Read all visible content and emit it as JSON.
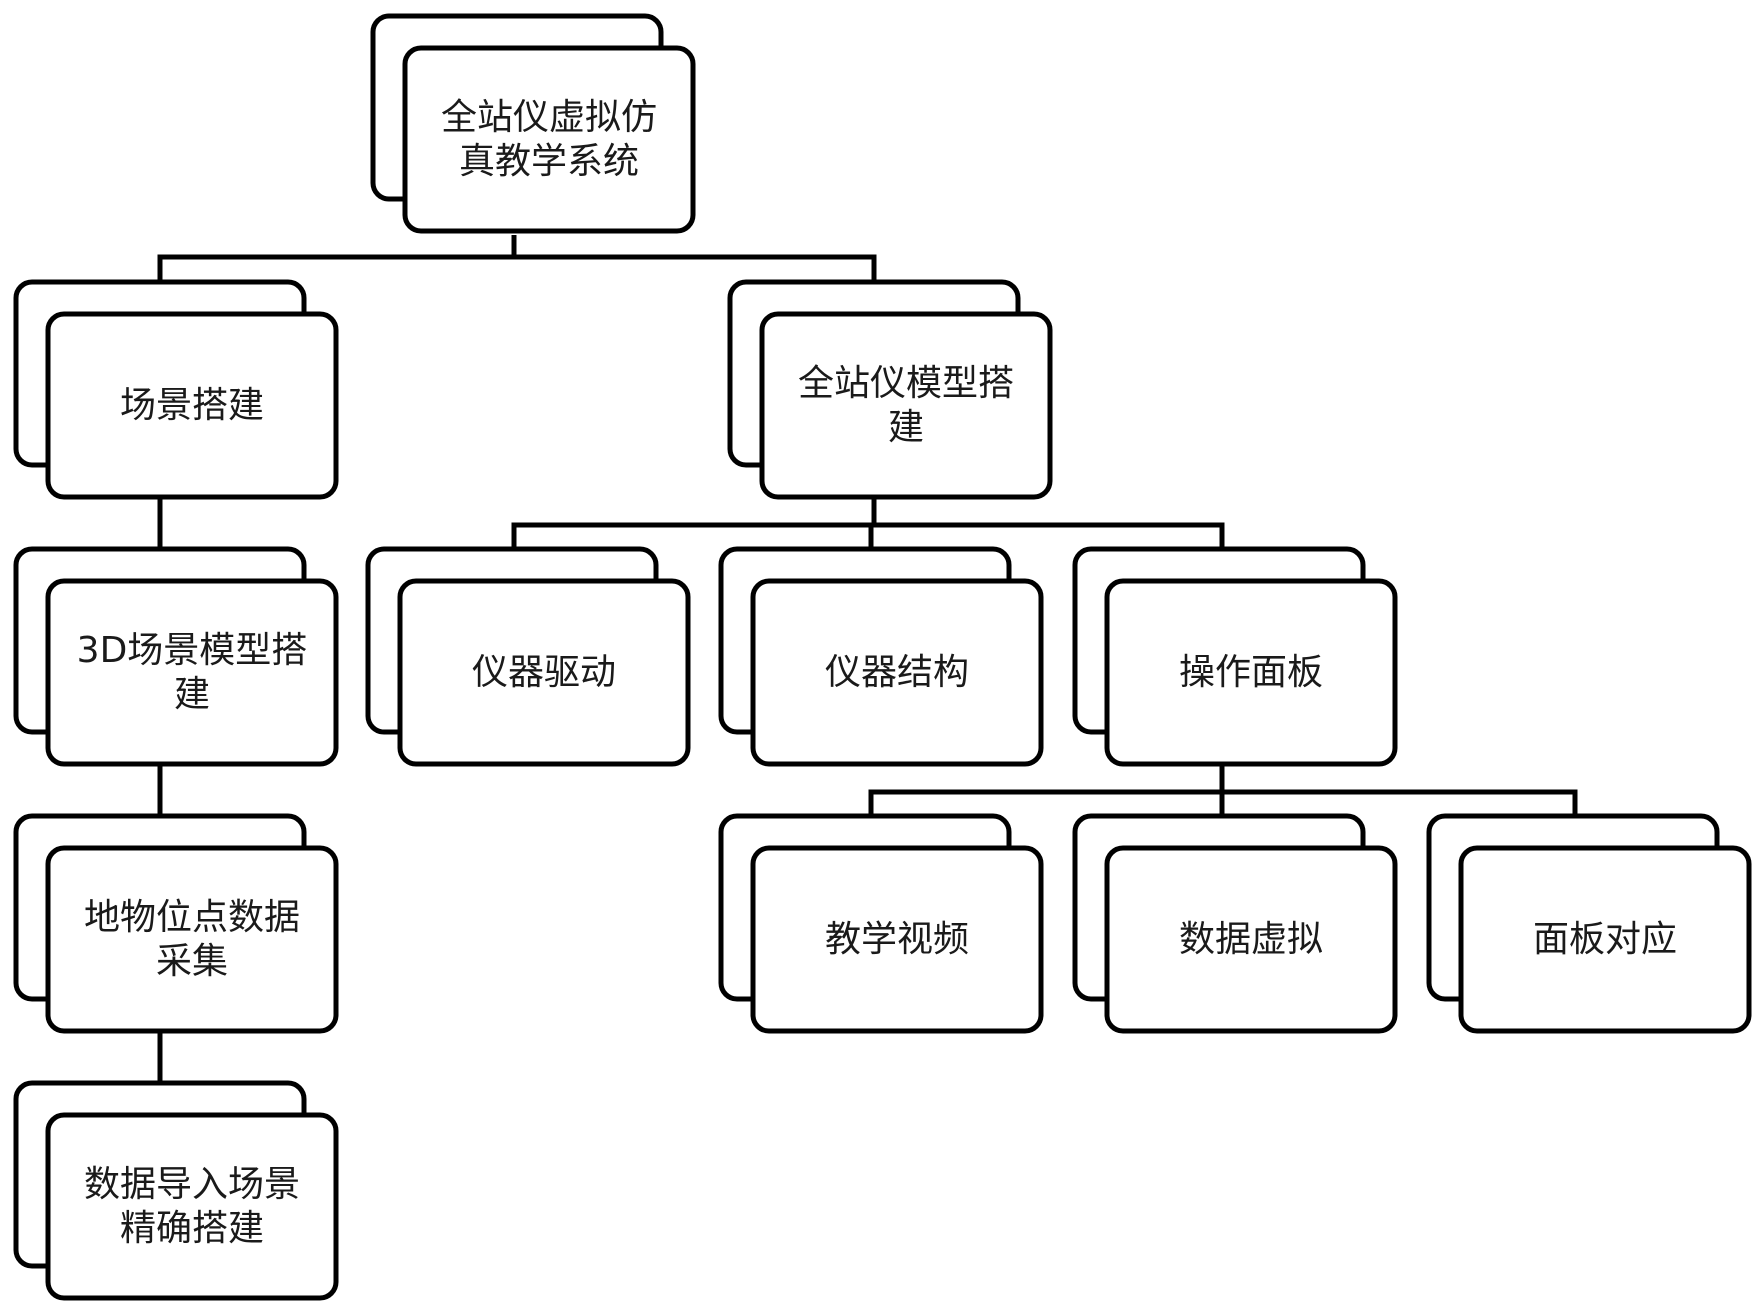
{
  "nodes": [
    {
      "id": "root",
      "lines": [
        "全站仪虚拟仿",
        "真教学系统"
      ]
    },
    {
      "id": "scene",
      "lines": [
        "场景搭建"
      ]
    },
    {
      "id": "model",
      "lines": [
        "全站仪模型搭",
        "建"
      ]
    },
    {
      "id": "scene3d",
      "lines": [
        "3D场景模型搭",
        "建"
      ]
    },
    {
      "id": "points",
      "lines": [
        "地物位点数据",
        "采集"
      ]
    },
    {
      "id": "import",
      "lines": [
        "数据导入场景",
        "精确搭建"
      ]
    },
    {
      "id": "drive",
      "lines": [
        "仪器驱动"
      ]
    },
    {
      "id": "struct",
      "lines": [
        "仪器结构"
      ]
    },
    {
      "id": "panel",
      "lines": [
        "操作面板"
      ]
    },
    {
      "id": "video",
      "lines": [
        "教学视频"
      ]
    },
    {
      "id": "virtual",
      "lines": [
        "数据虚拟"
      ]
    },
    {
      "id": "match",
      "lines": [
        "面板对应"
      ]
    }
  ],
  "edges": [
    [
      "root",
      "scene"
    ],
    [
      "root",
      "model"
    ],
    [
      "scene",
      "scene3d"
    ],
    [
      "scene3d",
      "points"
    ],
    [
      "points",
      "import"
    ],
    [
      "model",
      "drive"
    ],
    [
      "model",
      "struct"
    ],
    [
      "model",
      "panel"
    ],
    [
      "panel",
      "video"
    ],
    [
      "panel",
      "virtual"
    ],
    [
      "panel",
      "match"
    ]
  ]
}
